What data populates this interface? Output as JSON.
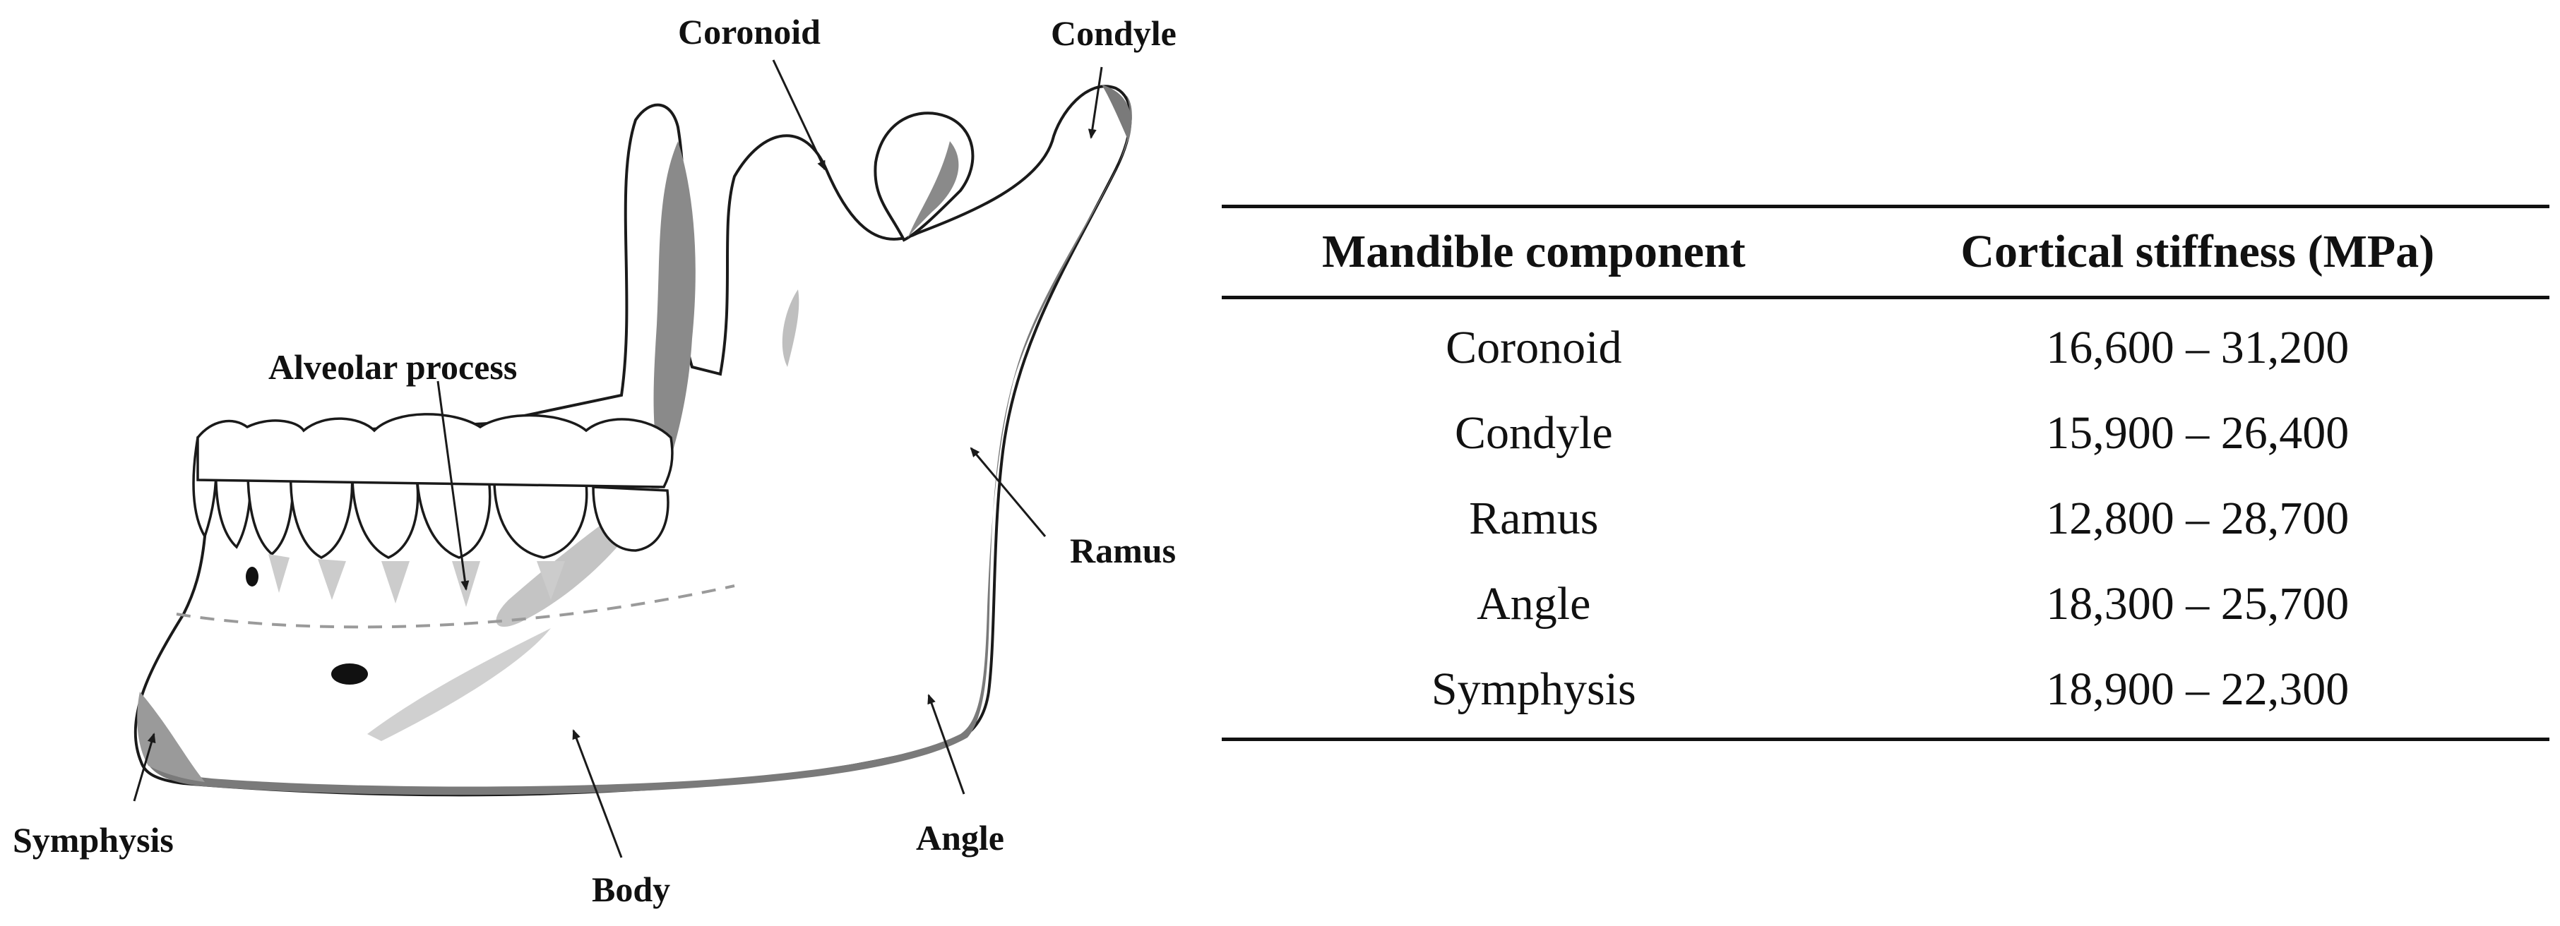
{
  "figure": {
    "labels": {
      "coronoid": "Coronoid",
      "condyle": "Condyle",
      "alveolar_process": "Alveolar process",
      "ramus": "Ramus",
      "symphysis": "Symphysis",
      "body": "Body",
      "angle": "Angle"
    },
    "colors": {
      "outline": "#1a1a1a",
      "cortical_dark": "#7a7a7a",
      "cortical_light": "#bdbdbd",
      "bone_fill": "#ffffff"
    }
  },
  "table": {
    "headers": [
      "Mandible component",
      "Cortical stiffness (MPa)"
    ],
    "rows": [
      [
        "Coronoid",
        "16,600 – 31,200"
      ],
      [
        "Condyle",
        "15,900 – 26,400"
      ],
      [
        "Ramus",
        "12,800 – 28,700"
      ],
      [
        "Angle",
        "18,300 – 25,700"
      ],
      [
        "Symphysis",
        "18,900 – 22,300"
      ]
    ]
  }
}
